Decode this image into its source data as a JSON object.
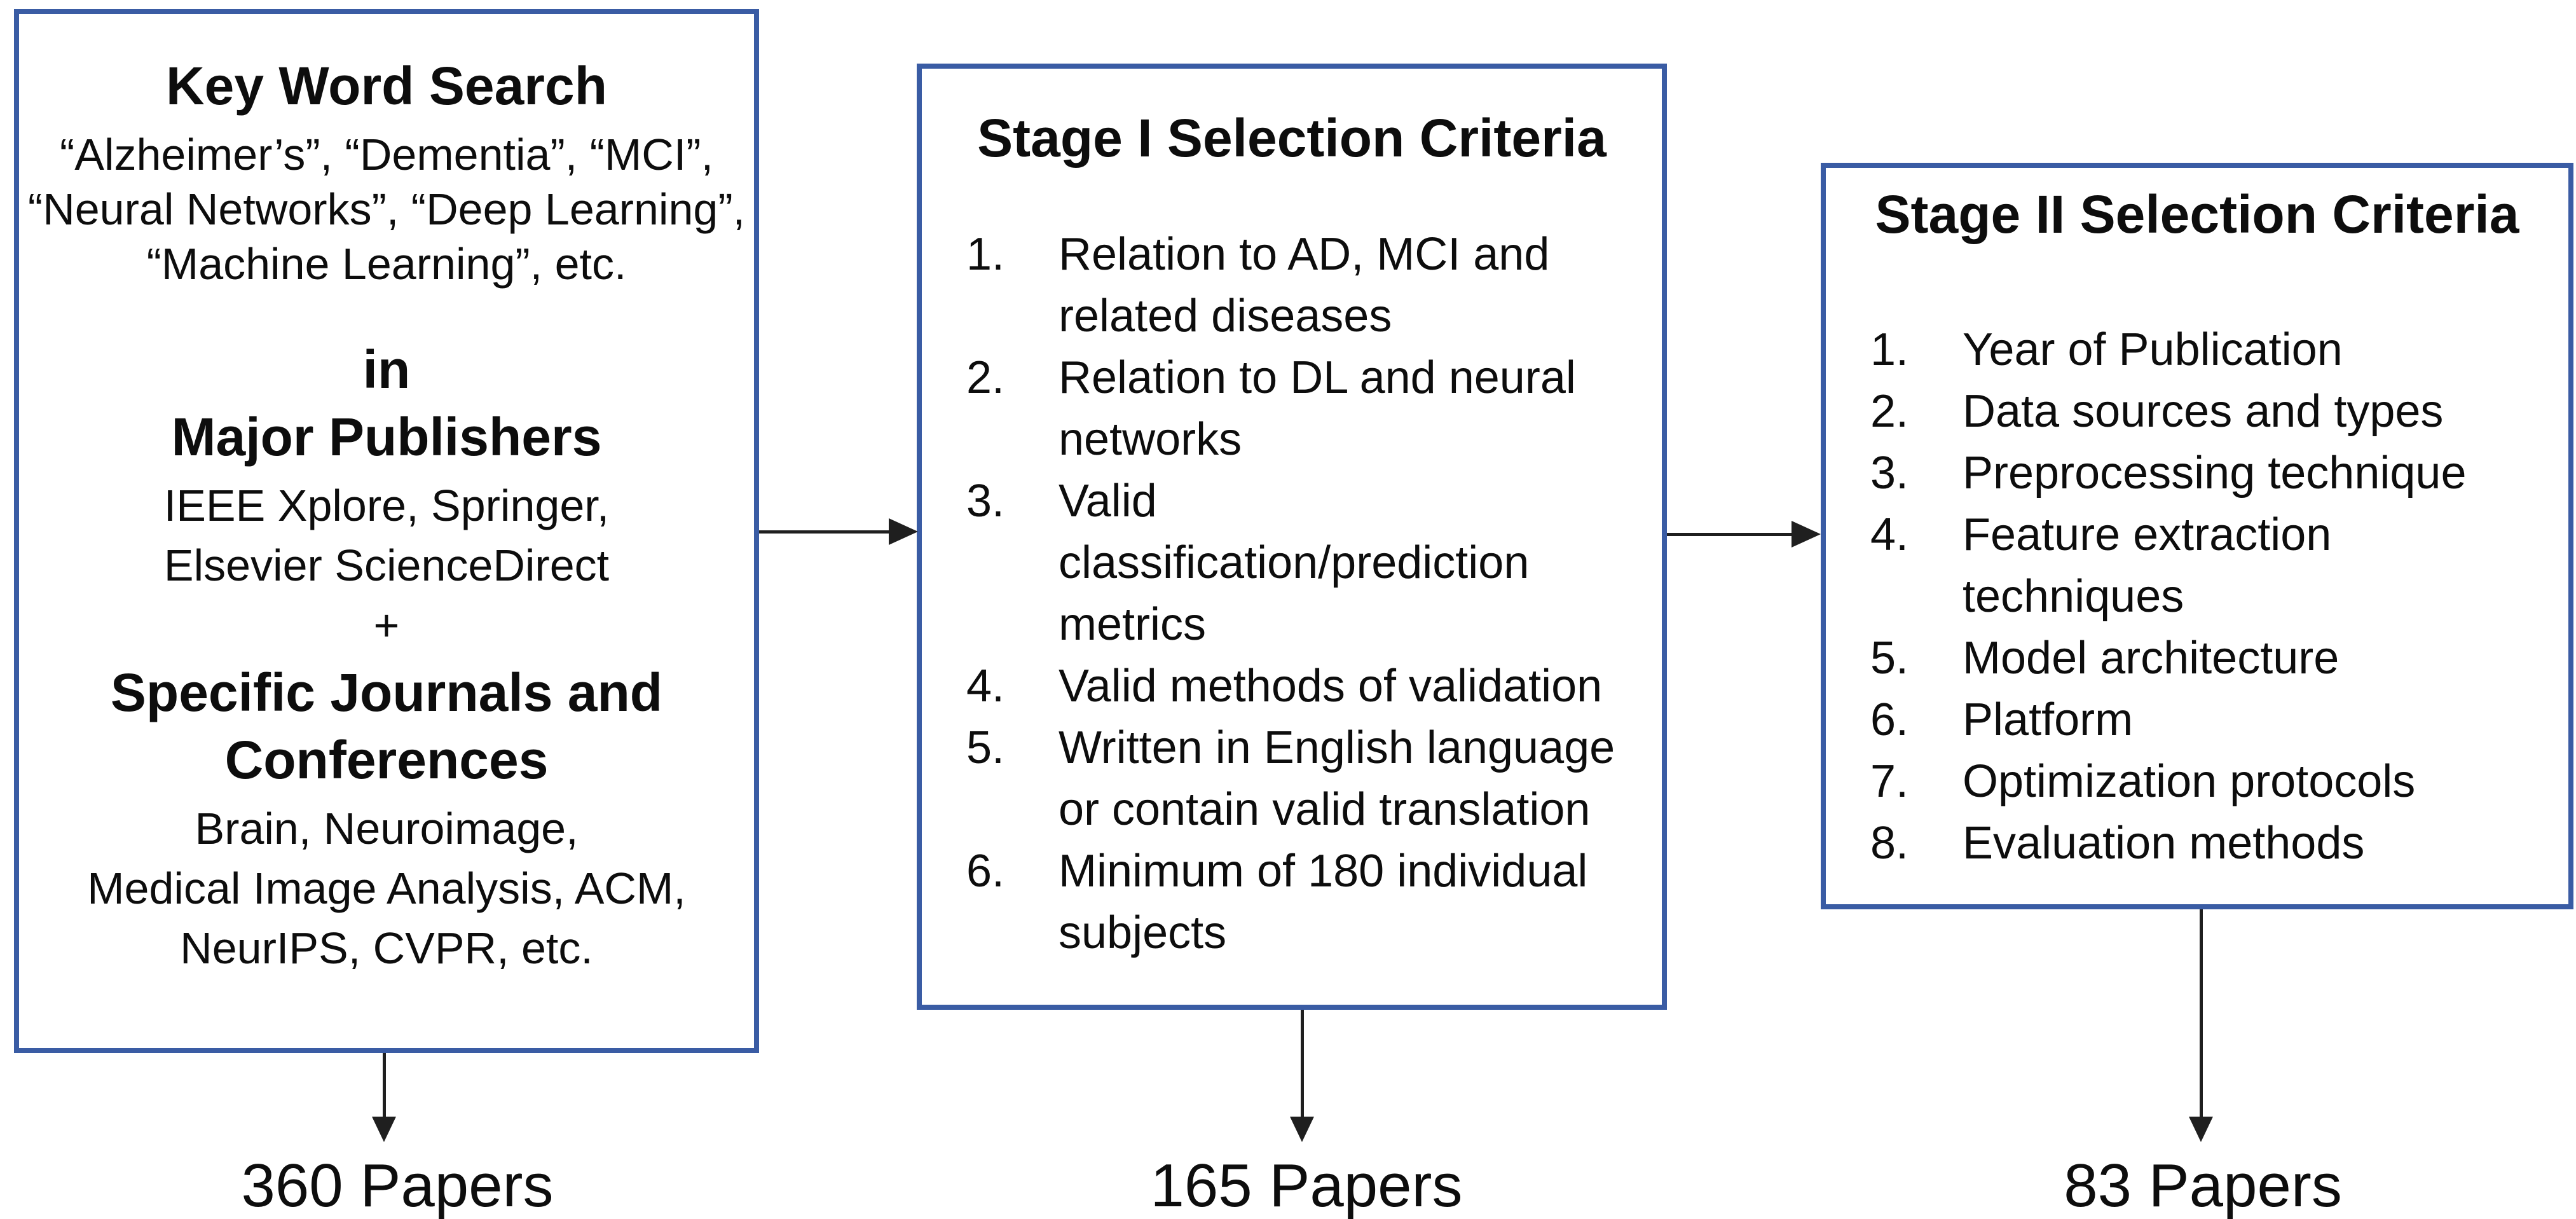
{
  "colors": {
    "box_border": "#3A5CA4",
    "text": "#0d0d0d",
    "arrow": "#1f1f1f",
    "background": "#ffffff"
  },
  "source_box": {
    "title": "Key Word Search",
    "keyword_lines": [
      "“Alzheimer’s”, “Dementia”, “MCI”,",
      "“Neural Networks”, “Deep Learning”,",
      "“Machine Learning”, etc."
    ],
    "connector": "in",
    "publishers_heading": "Major Publishers",
    "publisher_lines": [
      "IEEE Xplore, Springer,",
      "Elsevier ScienceDirect"
    ],
    "plus": "+",
    "journals_heading": "Specific Journals and Conferences",
    "journal_lines": [
      "Brain, Neuroimage,",
      "Medical Image Analysis, ACM,",
      "NeurIPS, CVPR, etc."
    ],
    "result": "360 Papers"
  },
  "stage1_box": {
    "title": "Stage I Selection Criteria",
    "items": [
      {
        "num": "1.",
        "text": "Relation to AD, MCI and related diseases"
      },
      {
        "num": "2.",
        "text": "Relation to DL and neural networks"
      },
      {
        "num": "3.",
        "text": "Valid classification/prediction metrics"
      },
      {
        "num": "4.",
        "text": "Valid methods of validation"
      },
      {
        "num": "5.",
        "text": "Written in English language or contain valid translation"
      },
      {
        "num": "6.",
        "text": "Minimum of 180 individual subjects"
      }
    ],
    "result": "165 Papers"
  },
  "stage2_box": {
    "title": "Stage II Selection Criteria",
    "items": [
      {
        "num": "1.",
        "text": "Year of Publication"
      },
      {
        "num": "2.",
        "text": "Data sources and types"
      },
      {
        "num": "3.",
        "text": "Preprocessing technique"
      },
      {
        "num": "4.",
        "text": "Feature extraction techniques"
      },
      {
        "num": "5.",
        "text": "Model architecture"
      },
      {
        "num": "6.",
        "text": "Platform"
      },
      {
        "num": "7.",
        "text": "Optimization protocols"
      },
      {
        "num": "8.",
        "text": "Evaluation methods"
      }
    ],
    "result": "83 Papers"
  }
}
